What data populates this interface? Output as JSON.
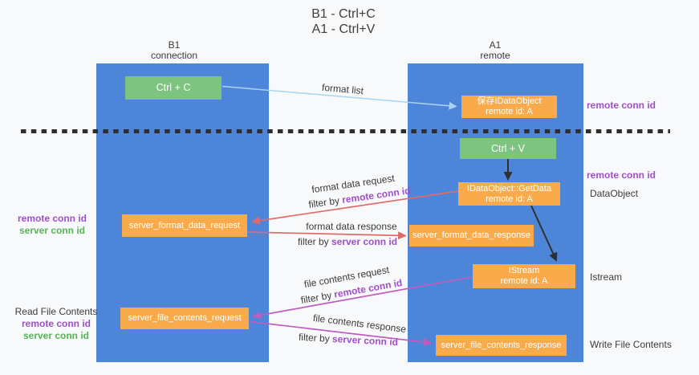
{
  "title": {
    "line1": "B1 - Ctrl+C",
    "line2": "A1 - Ctrl+V"
  },
  "columns": {
    "b1": {
      "name": "B1",
      "subtitle": "connection"
    },
    "a1": {
      "name": "A1",
      "subtitle": "remote"
    }
  },
  "boxes": {
    "ctrl_c": {
      "label": "Ctrl + C"
    },
    "save_dataobject": {
      "line1": "保存IDataObject",
      "line2": "remote id: A"
    },
    "ctrl_v": {
      "label": "Ctrl + V"
    },
    "getdata": {
      "line1": "IDataObject::GetData",
      "line2": "remote id: A"
    },
    "server_format_data_request": {
      "label": "server_format_data_request"
    },
    "server_format_data_response": {
      "label": "server_format_data_response"
    },
    "istream": {
      "line1": "IStream",
      "line2": "remote id: A"
    },
    "server_file_contents_request": {
      "label": "server_file_contents_request"
    },
    "server_file_contents_response": {
      "label": "server_file_contents_response"
    }
  },
  "arrow_labels": {
    "format_list": "format list",
    "format_data_request": "format data request",
    "format_data_response": "format data response",
    "file_contents_request": "file contents request",
    "file_contents_response": "file contents response",
    "filter_by": "filter by ",
    "remote_conn_id": "remote conn id",
    "server_conn_id": "server conn id"
  },
  "side_labels": {
    "left_top_remote": "remote conn id",
    "left_top_server": "server conn id",
    "read_file_contents": "Read File Contents",
    "left_bottom_remote": "remote conn id",
    "left_bottom_server": "server conn id",
    "right_remote_1": "remote conn id",
    "right_remote_2": "remote conn id",
    "dataobject": "DataObject",
    "istream": "Istream",
    "write_file_contents": "Write File Contents"
  },
  "colors": {
    "column_blue": "#4d86d8",
    "box_orange": "#f9ab4b",
    "box_green": "#7cc47f",
    "arrow_light_blue": "#a9d4f1",
    "arrow_red": "#e06a6a",
    "arrow_magenta": "#c05cc0",
    "arrow_black": "#2f2f2f",
    "label_purple": "#a14fc9",
    "label_green": "#56b556",
    "dashed_line": "#2e2e2e"
  }
}
